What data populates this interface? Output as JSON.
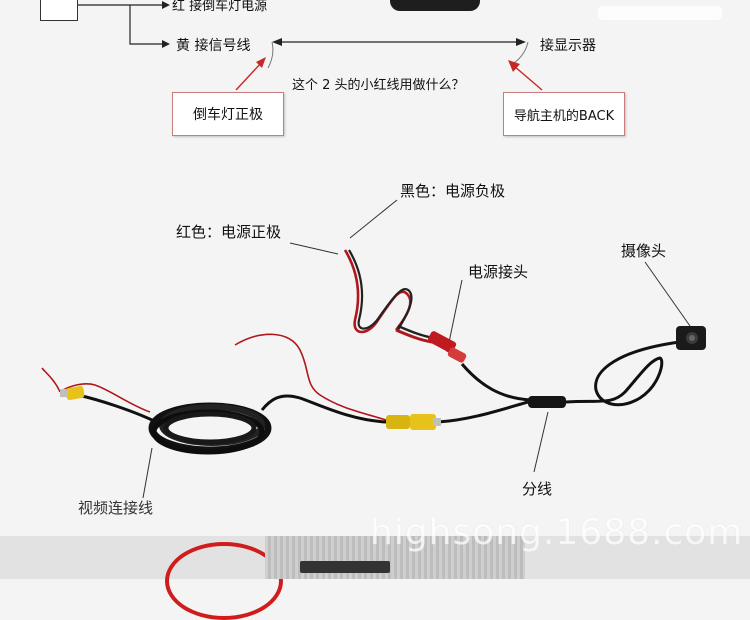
{
  "top_diagram": {
    "red_wire_label": "红  接倒车灯电源",
    "yellow_wire_label": "黄  接信号线",
    "display_label": "接显示器",
    "question": "这个 2 头的小红线用做什么？",
    "box_left": "倒车灯正极",
    "box_right": "导航主机的BACK"
  },
  "photo_labels": {
    "black_wire": "黑色：电源负极",
    "red_wire": "红色：电源正极",
    "power_connector": "电源接头",
    "camera": "摄像头",
    "video_cable": "视频连接线",
    "splitter": "分线"
  },
  "watermark": "highsong.1688.com",
  "colors": {
    "red_wire": "#b0161c",
    "yellow_plug": "#e6c21a",
    "black_cable": "#111111"
  }
}
